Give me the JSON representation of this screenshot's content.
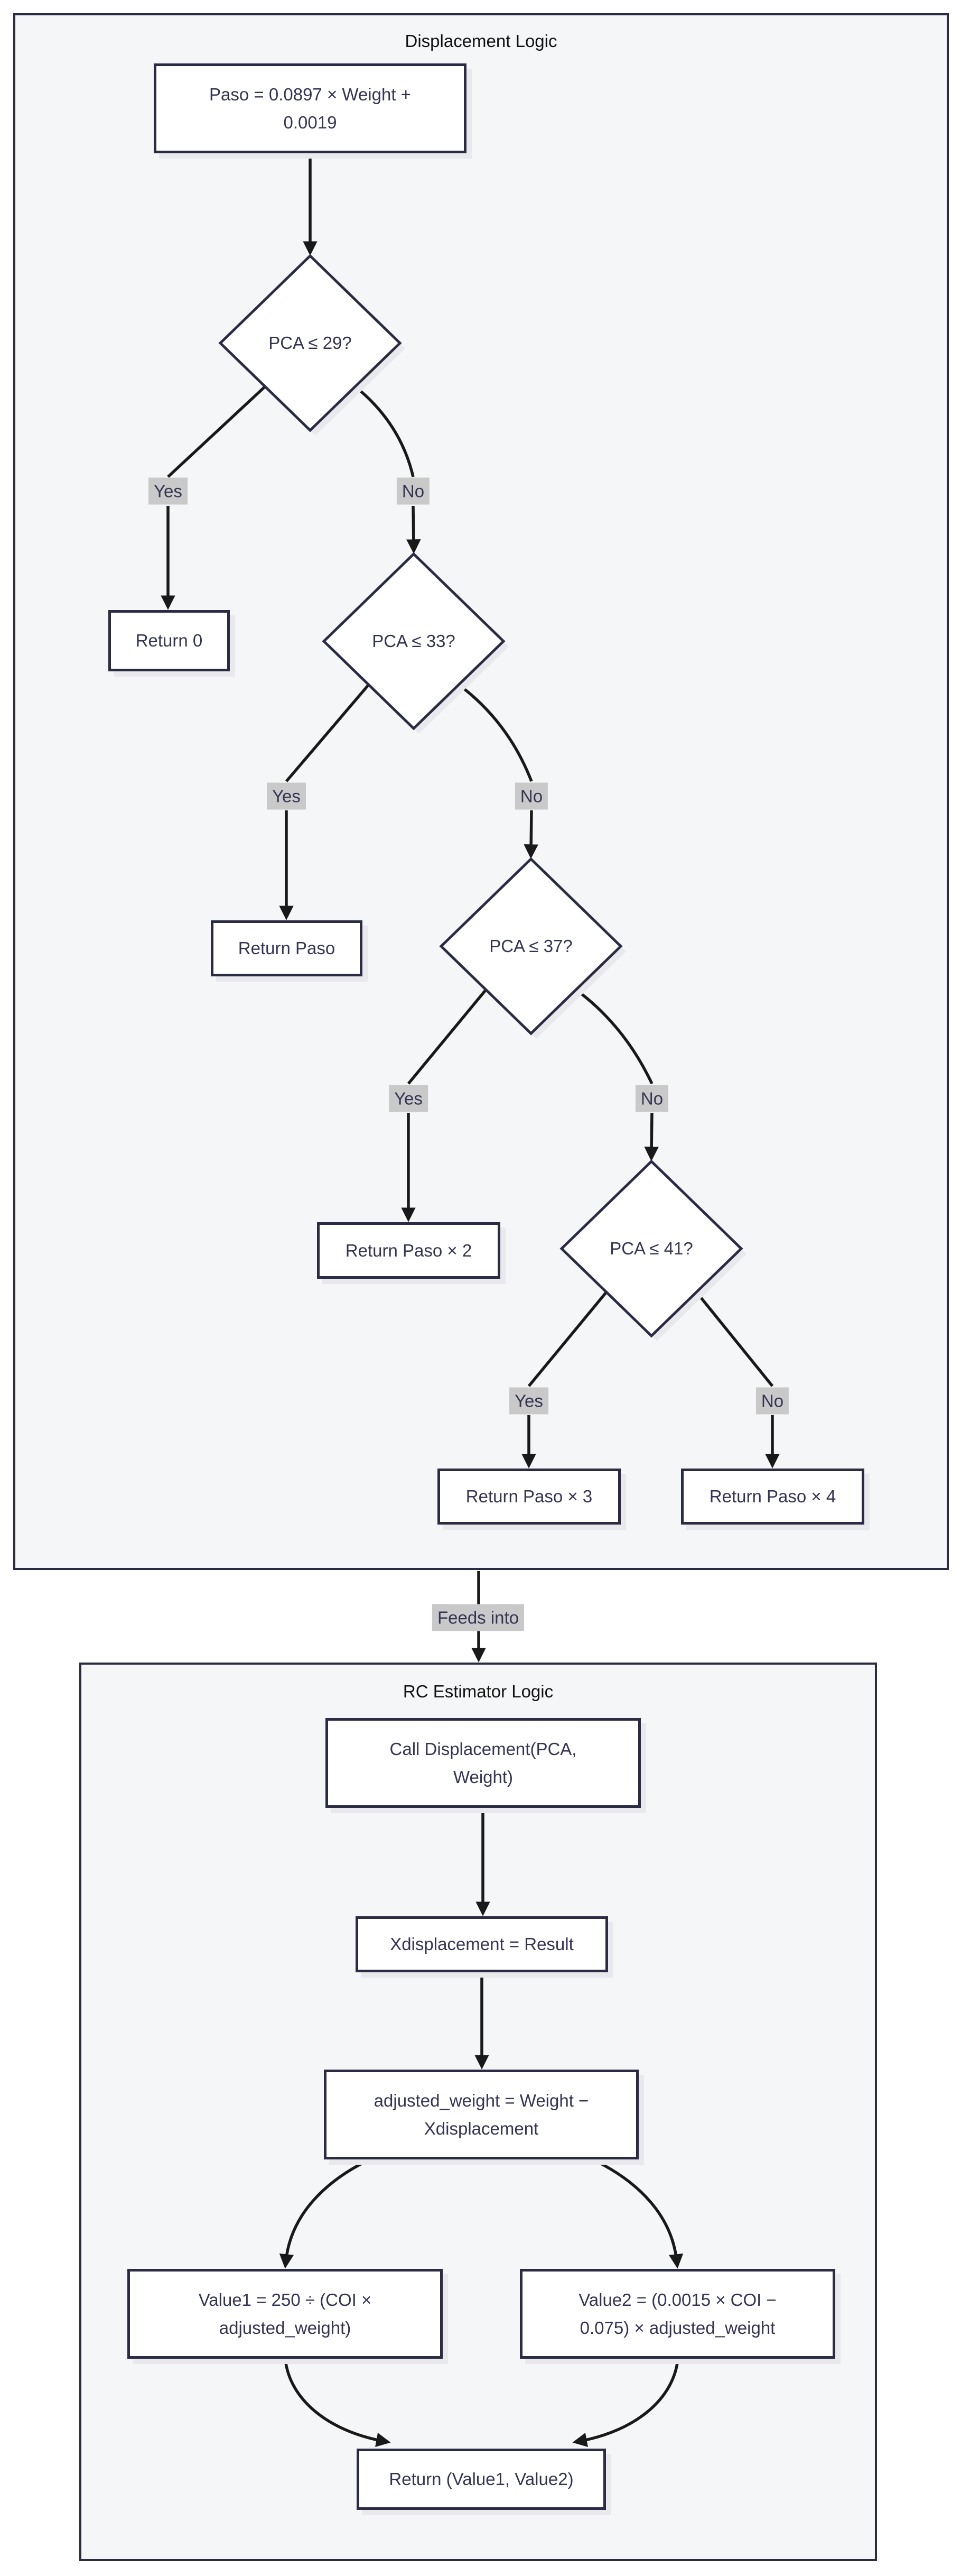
{
  "colors": {
    "page_background": "#ffffff",
    "container_fill": "#f5f6f8",
    "shape_border": "#2b2b44",
    "shape_fill": "#ffffff",
    "text": "#343454",
    "edge": "#191919",
    "edge_label_background": "#c9c9c9",
    "shadow": "#e9e9ed"
  },
  "labels": {
    "yes": "Yes",
    "no": "No",
    "feeds_into": "Feeds into"
  },
  "containers": {
    "displacement": {
      "title": "Displacement Logic"
    },
    "rc_estimator": {
      "title": "RC Estimator Logic"
    }
  },
  "nodes": {
    "paso_formula": "Paso = 0.0897 × Weight +\n0.0019",
    "pca_29": "PCA ≤ 29?",
    "return_0": "Return 0",
    "pca_33": "PCA ≤ 33?",
    "return_paso": "Return Paso",
    "pca_37": "PCA ≤ 37?",
    "return_paso_x2": "Return Paso × 2",
    "pca_41": "PCA ≤ 41?",
    "return_paso_x3": "Return Paso × 3",
    "return_paso_x4": "Return Paso × 4",
    "call_displacement": "Call Displacement(PCA,\nWeight)",
    "xdisplacement": "Xdisplacement = Result",
    "adjusted_weight": "adjusted_weight = Weight −\nXdisplacement",
    "value1": "Value1 = 250 ÷ (COI ×\nadjusted_weight)",
    "value2": "Value2 = (0.0015 × COI −\n0.075) × adjusted_weight",
    "return_values": "Return (Value1, Value2)"
  }
}
